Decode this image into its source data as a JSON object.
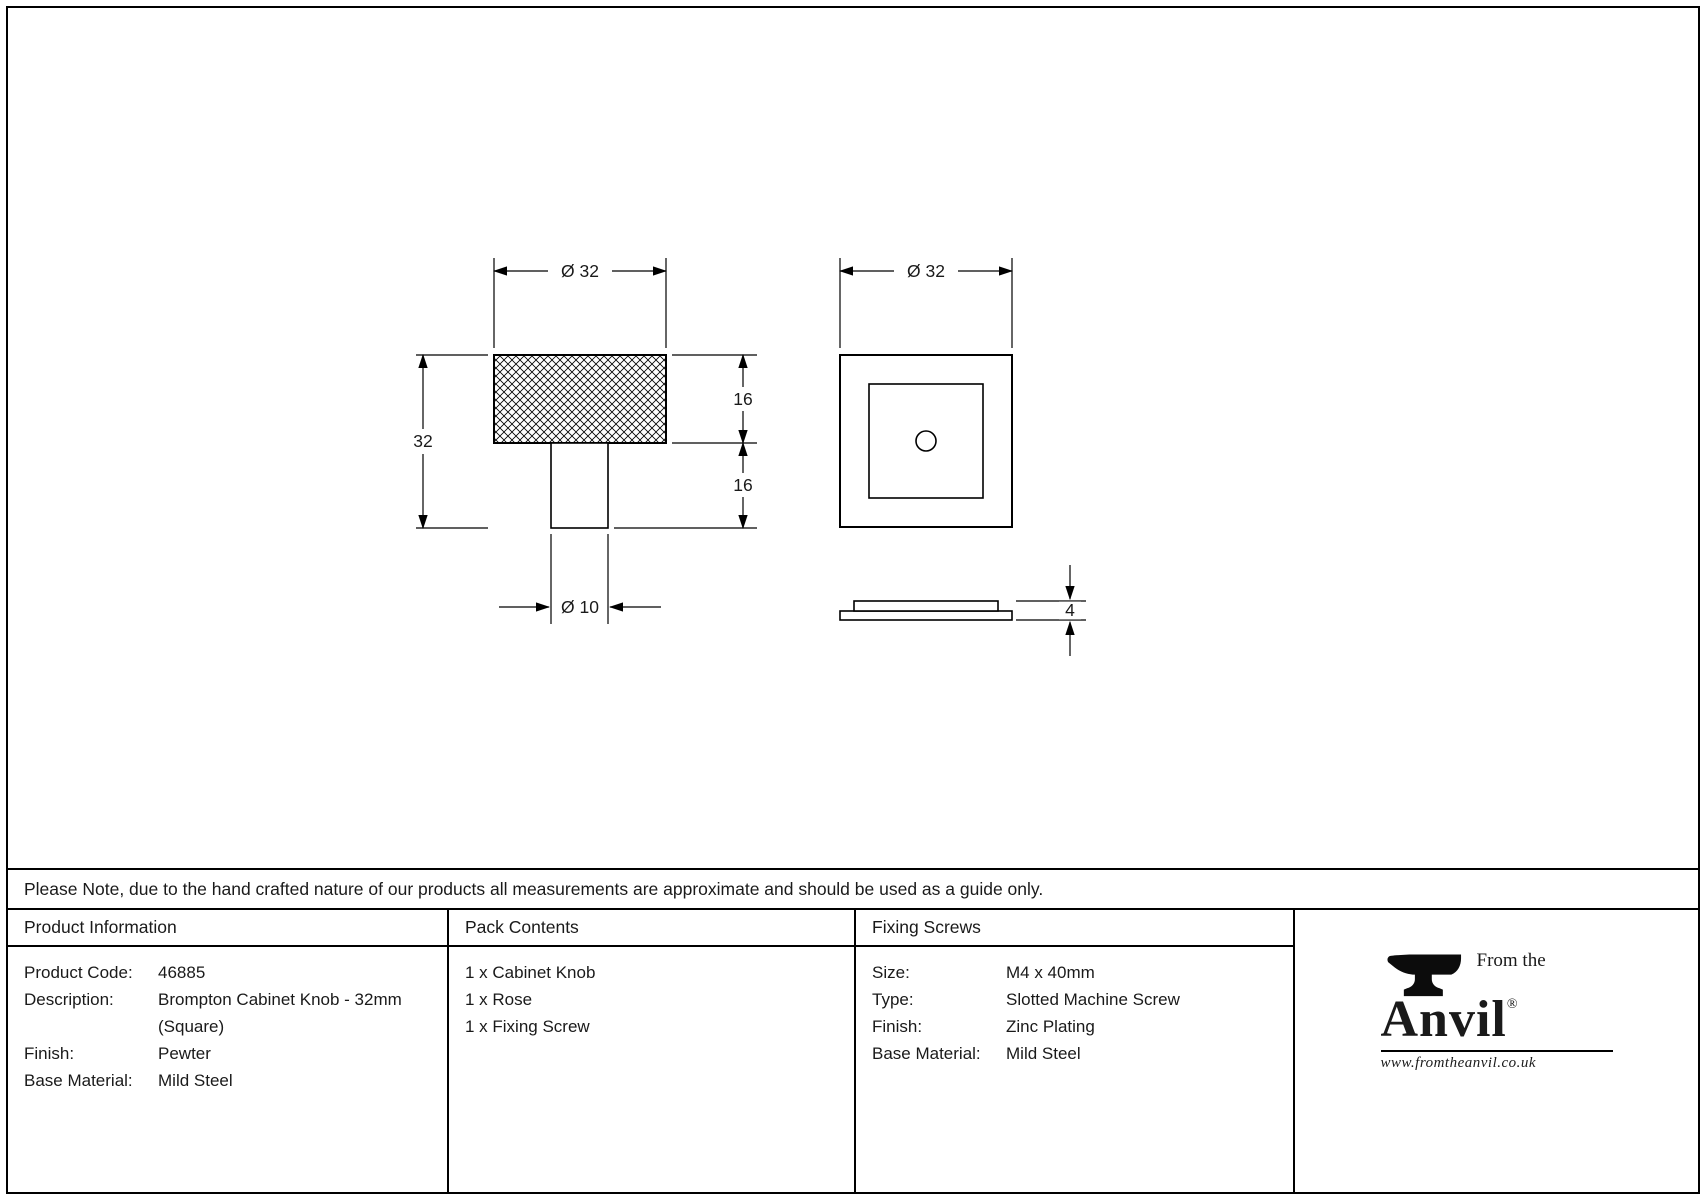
{
  "note": {
    "text": "Please Note, due to the hand crafted nature of our products all measurements are approximate and should be used as a guide only."
  },
  "drawing": {
    "dim_knob_diameter": "Ø 32",
    "dim_knob_height": "32",
    "dim_head_height": "16",
    "dim_stem_length": "16",
    "dim_stem_diameter": "Ø 10",
    "dim_rose_diameter": "Ø 32",
    "dim_rose_thickness": "4"
  },
  "table": {
    "product_information": {
      "header": "Product Information",
      "rows": [
        {
          "label": "Product Code:",
          "value": "46885"
        },
        {
          "label": "Description:",
          "value": "Brompton Cabinet Knob - 32mm (Square)"
        },
        {
          "label": "Finish:",
          "value": "Pewter"
        },
        {
          "label": "Base Material:",
          "value": "Mild Steel"
        }
      ]
    },
    "pack_contents": {
      "header": "Pack Contents",
      "items": [
        "1 x Cabinet Knob",
        "1 x Rose",
        "1 x Fixing Screw"
      ]
    },
    "fixing_screws": {
      "header": "Fixing Screws",
      "rows": [
        {
          "label": "Size:",
          "value": "M4 x 40mm"
        },
        {
          "label": "Type:",
          "value": "Slotted Machine Screw"
        },
        {
          "label": "Finish:",
          "value": "Zinc Plating"
        },
        {
          "label": "Base Material:",
          "value": "Mild Steel"
        }
      ]
    }
  },
  "logo": {
    "tagline": "From the",
    "brand": "Anvil",
    "registered": "®",
    "website": "www.fromtheanvil.co.uk"
  }
}
